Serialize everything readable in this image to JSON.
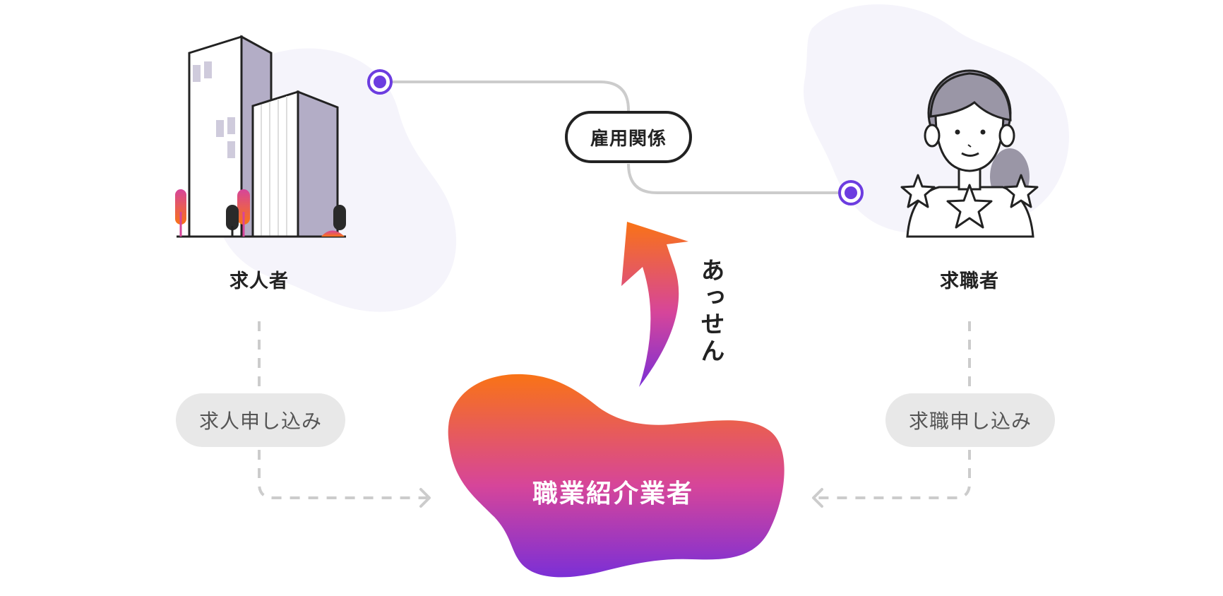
{
  "employer": {
    "label": "求人者",
    "application": "求人申し込み"
  },
  "job_seeker": {
    "label": "求職者",
    "application": "求職申し込み"
  },
  "relationship": {
    "label": "雇用関係"
  },
  "broker": {
    "label": "職業紹介業者"
  },
  "mediation": {
    "label": "あっせん"
  },
  "colors": {
    "accent_purple": "#6c3ce0",
    "gradient_top": "#f97316",
    "gradient_mid": "#d6459a",
    "gradient_bottom": "#7b2fd6",
    "connector_gray": "#cccccc",
    "pill_gray": "#e8e8e8",
    "blob_bg": "#f5f4fb",
    "building_fill": "#b3adc6"
  },
  "icons": [
    "building-icon",
    "person-icon",
    "star-icon",
    "curved-arrow-icon",
    "chevron-right-icon",
    "chevron-left-icon"
  ]
}
